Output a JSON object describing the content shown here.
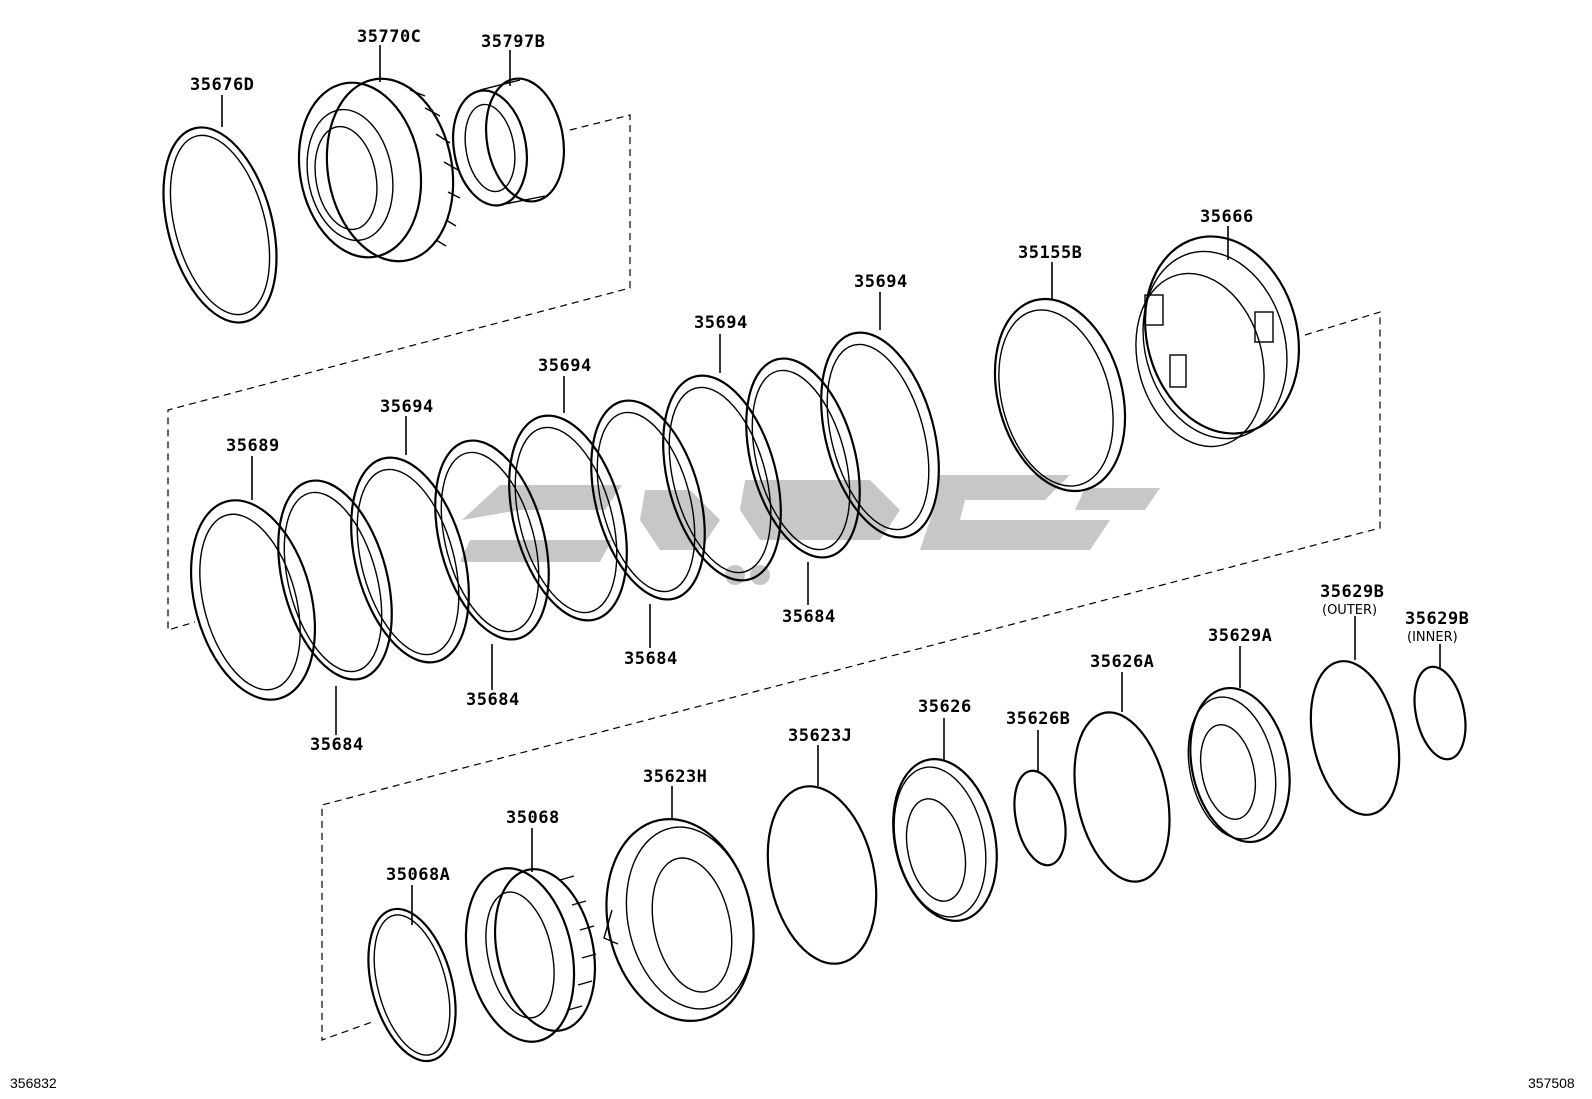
{
  "parts": {
    "p35676D": "35676D",
    "p35770C": "35770C",
    "p35797B": "35797B",
    "p35666": "35666",
    "p35155B": "35155B",
    "p35694_a": "35694",
    "p35694_b": "35694",
    "p35694_c": "35694",
    "p35694_d": "35694",
    "p35689": "35689",
    "p35684_a": "35684",
    "p35684_b": "35684",
    "p35684_c": "35684",
    "p35684_d": "35684",
    "p35629B_outer": "35629B",
    "outer_note": "(OUTER)",
    "p35629B_inner": "35629B",
    "inner_note": "(INNER)",
    "p35629A": "35629A",
    "p35626A": "35626A",
    "p35626": "35626",
    "p35626B": "35626B",
    "p35623J": "35623J",
    "p35623H": "35623H",
    "p35068": "35068",
    "p35068A": "35068A"
  },
  "footer": {
    "left_id": "356832",
    "right_id": "357508"
  },
  "colors": {
    "line": "#000000",
    "watermark": "#bdbdbd",
    "background": "#ffffff"
  }
}
